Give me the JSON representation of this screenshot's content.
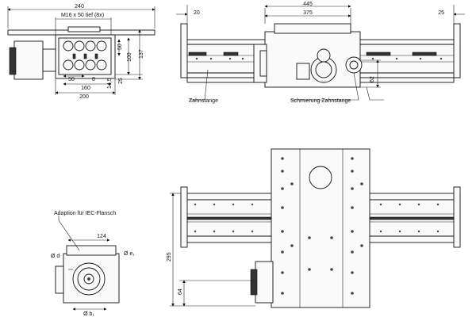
{
  "views": {
    "end_view": {
      "dims": {
        "width_total": "240",
        "thread": "M16 x 50 tief (8x)",
        "d_50_right": "50",
        "d_100": "100",
        "d_137": "137",
        "d_50_bottom": "50",
        "d_8": "8",
        "d_14_5": "14,5",
        "d_25": "25",
        "d_160": "160",
        "d_200": "200"
      }
    },
    "front_view": {
      "dims": {
        "length_445": "445",
        "length_375": "375",
        "left_20": "20",
        "right_25": "25",
        "height_62": "62"
      },
      "labels": {
        "rack": "Zahnstange",
        "lubrication": "Schmierung Zahnstange"
      }
    },
    "motor_view": {
      "labels": {
        "adapter": "Adaption für IEC-Flansch"
      },
      "dims": {
        "width_124": "124",
        "phi_d": "Ø d",
        "phi_e": "Ø e₁",
        "phi_b": "Ø b₁"
      }
    },
    "top_view": {
      "dims": {
        "height_295": "295",
        "height_64": "64"
      }
    }
  }
}
